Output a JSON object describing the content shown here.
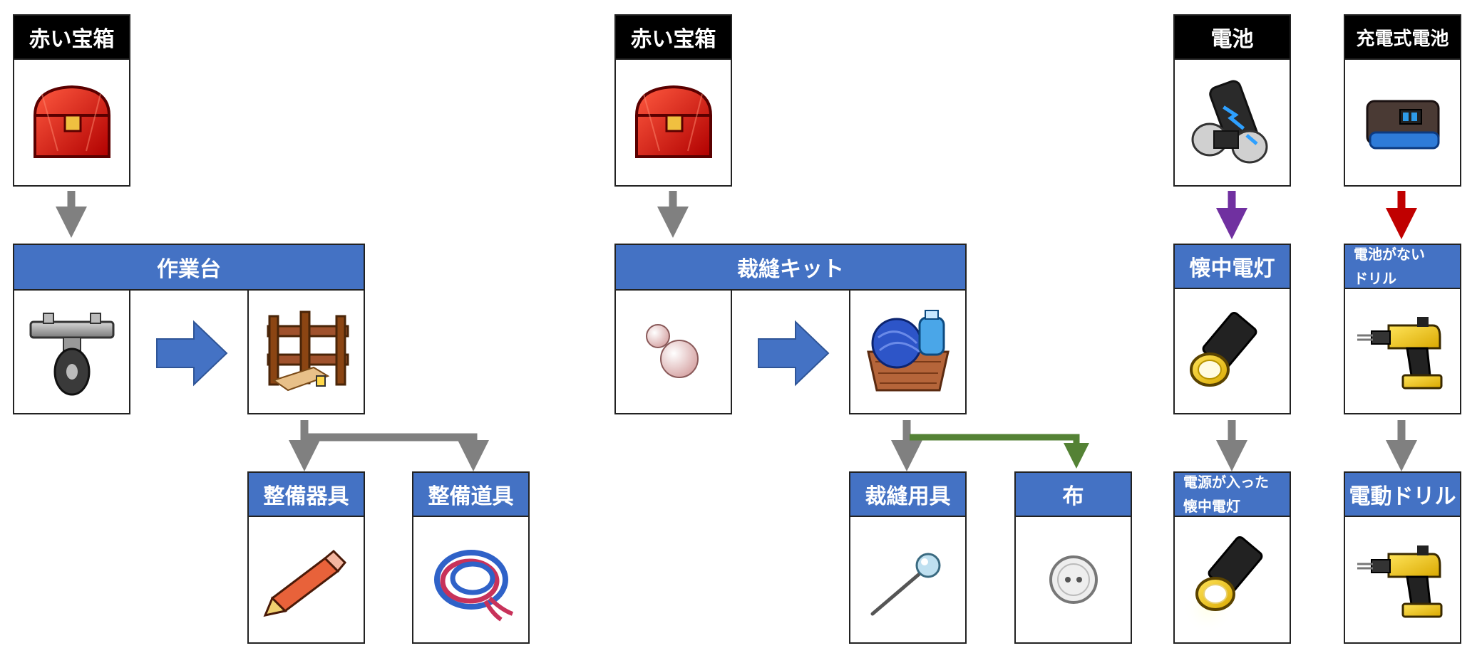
{
  "col1": {
    "top_card": {
      "title": "赤い宝箱",
      "icon": "red-treasure-chest-icon"
    },
    "banner": {
      "title": "作業台"
    },
    "input_icon": "caster-wheel-icon",
    "output_icon": "wooden-workbench-icon",
    "results": [
      {
        "title": "整備器具",
        "icon": "pencil-icon"
      },
      {
        "title": "整備道具",
        "icon": "rope-coil-icon"
      }
    ]
  },
  "col2": {
    "top_card": {
      "title": "赤い宝箱",
      "icon": "red-treasure-chest-icon"
    },
    "banner": {
      "title": "裁縫キット"
    },
    "input_icon": "pearl-icon",
    "output_icon": "yarn-basket-icon",
    "results": [
      {
        "title": "裁縫用具",
        "icon": "sewing-pin-icon"
      },
      {
        "title": "布",
        "icon": "button-icon"
      }
    ]
  },
  "col3": {
    "top": {
      "title": "電池",
      "icon": "batteries-icon"
    },
    "mid": {
      "title": "懐中電灯",
      "icon": "flashlight-icon"
    },
    "bottom": {
      "title": "電源が入った懐中電灯",
      "line1": "電源が入った",
      "line2": "懐中電灯",
      "icon": "lit-flashlight-icon"
    },
    "arrow_color": "#7030a0"
  },
  "col4": {
    "top": {
      "title": "充電式電池",
      "icon": "rechargeable-battery-icon"
    },
    "mid": {
      "title": "電池がないドリル",
      "line1": "電池がない",
      "line2": "ドリル",
      "icon": "power-drill-icon"
    },
    "bottom": {
      "title": "電動ドリル",
      "icon": "power-drill-icon"
    },
    "arrow_color": "#c00000"
  },
  "colors": {
    "header_black": "#000000",
    "header_blue": "#4472c4",
    "arrow_gray": "#808080",
    "arrow_green": "#548235",
    "arrow_blue": "#4472c4"
  }
}
